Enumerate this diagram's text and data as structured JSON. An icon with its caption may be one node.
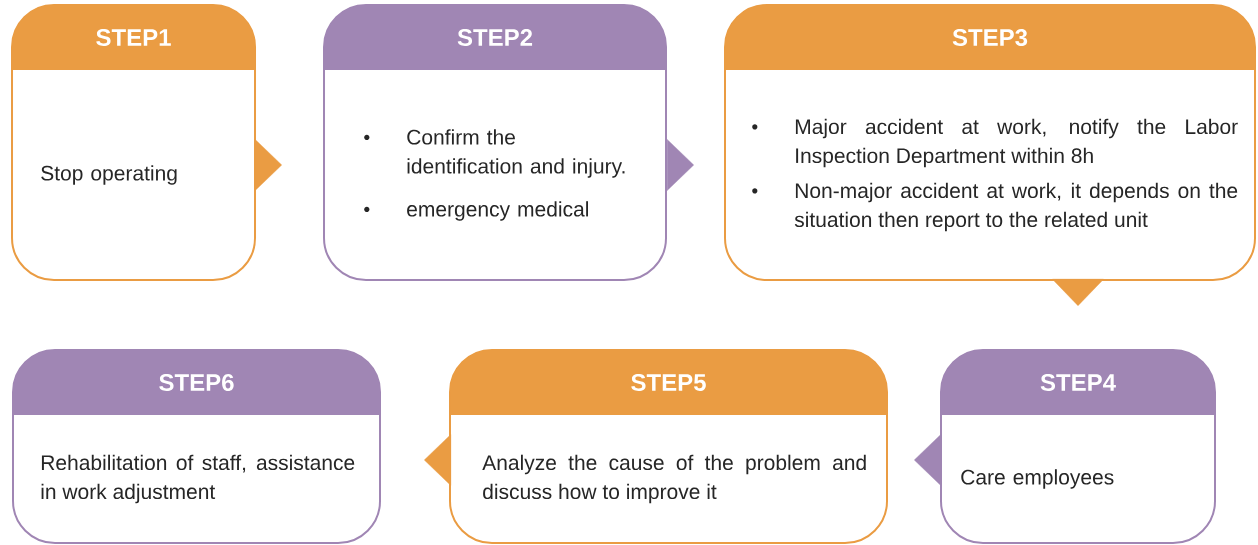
{
  "diagram": {
    "nodes": [
      {
        "text": [
          "STEP1",
          "Stop operating"
        ]
      },
      {
        "text": [
          "STEP2",
          "Confirm the identification and injury.",
          "emergency medical"
        ]
      },
      {
        "text": [
          "STEP3",
          "Major accident at work, notify the Labor Inspection Department within 8h",
          "Non-major accident at work, it depends on the situation then report to the related unit"
        ]
      },
      {
        "text": [
          "STEP4",
          "Care employees"
        ]
      },
      {
        "text": [
          "STEP5",
          "Analyze the cause of the problem and discuss how to improve it"
        ]
      },
      {
        "text": [
          "STEP6",
          "Rehabilitation of staff, assistance in work adjustment"
        ]
      }
    ],
    "edges": [
      {
        "from": 0,
        "to": 1,
        "arrow": "to",
        "color": "#ea9c43"
      },
      {
        "from": 1,
        "to": 2,
        "arrow": "to",
        "color": "#a086b4"
      },
      {
        "from": 2,
        "to": 3,
        "arrow": "to",
        "color": "#ea9c43"
      },
      {
        "from": 3,
        "to": 4,
        "arrow": "to",
        "color": "#a086b4"
      },
      {
        "from": 4,
        "to": 5,
        "arrow": "to",
        "color": "#ea9c43"
      }
    ]
  }
}
